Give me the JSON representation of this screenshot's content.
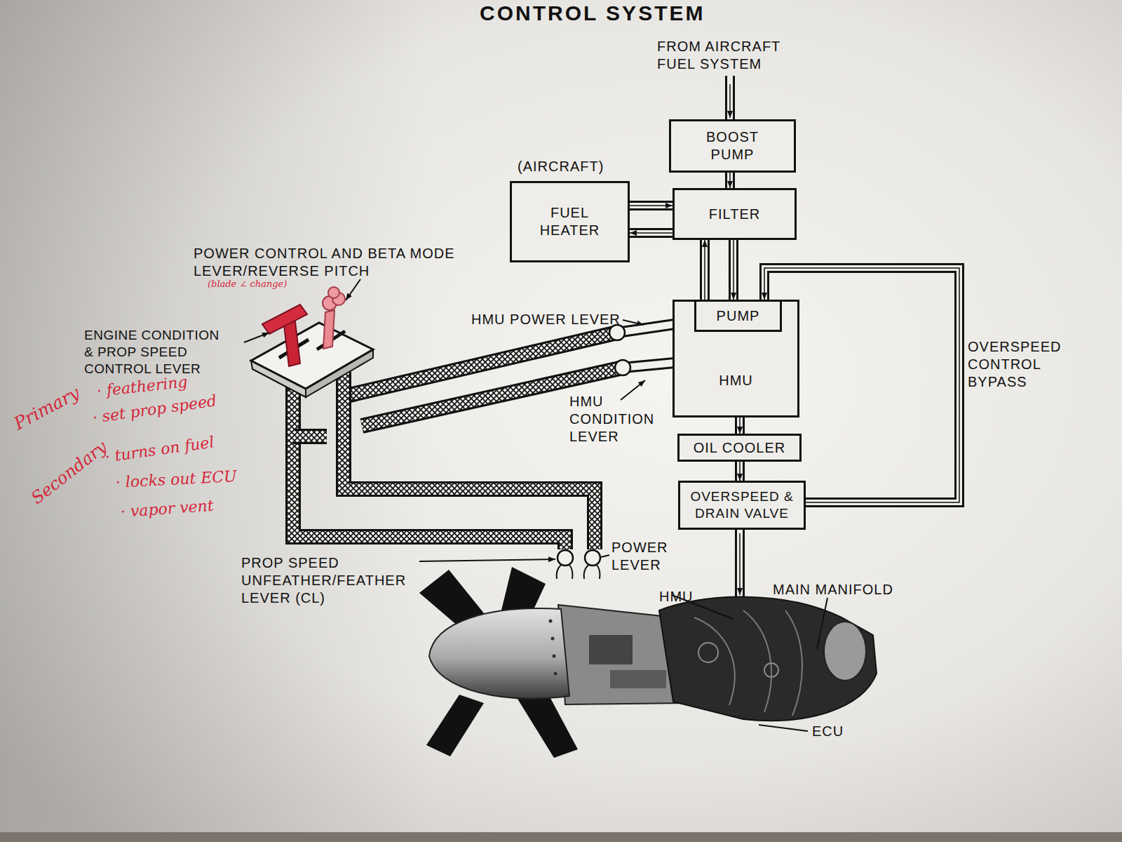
{
  "diagram": {
    "title": "CONTROL SYSTEM",
    "nodes": [
      {
        "text": [
          "BOOST PUMP"
        ]
      },
      {
        "text": [
          "(AIRCRAFT)",
          "FUEL HEATER"
        ]
      },
      {
        "text": [
          "FILTER"
        ]
      },
      {
        "text": [
          "HMU"
        ]
      },
      {
        "text": [
          "PUMP"
        ],
        "in": 3
      },
      {
        "text": [
          "OIL COOLER"
        ]
      },
      {
        "text": [
          "OVERSPEED & DRAIN VALVE"
        ]
      }
    ],
    "edges": [
      {
        "from": 0,
        "to": 2,
        "arrow": "to"
      },
      {
        "from": 1,
        "to": 2,
        "arrow": "to"
      },
      {
        "from": 2,
        "to": 1,
        "arrow": "to"
      },
      {
        "from": 4,
        "to": 2,
        "arrow": "to"
      },
      {
        "from": 2,
        "to": 4,
        "arrow": "to"
      },
      {
        "from": 3,
        "to": 5,
        "arrow": "to"
      },
      {
        "from": 5,
        "to": 6,
        "arrow": "to"
      },
      {
        "from": 6,
        "to": 4,
        "arrow": "to",
        "label": "OVERSPEED CONTROL BYPASS"
      }
    ],
    "labels": [
      "FROM AIRCRAFT FUEL SYSTEM",
      "POWER CONTROL AND BETA MODE LEVER/REVERSE PITCH",
      "(blade ∠ change)",
      "ENGINE CONDITION & PROP SPEED CONTROL LEVER",
      "Primary",
      "· feathering",
      "· set prop speed",
      "Secondary",
      "· turns on fuel",
      "· locks out ECU",
      "· vapor vent",
      "HMU POWER LEVER",
      "HMU CONDITION LEVER",
      "PROP SPEED UNFEATHER/FEATHER LEVER (CL)",
      "POWER LEVER",
      "HMU",
      "MAIN MANIFOLD",
      "ECU"
    ]
  }
}
